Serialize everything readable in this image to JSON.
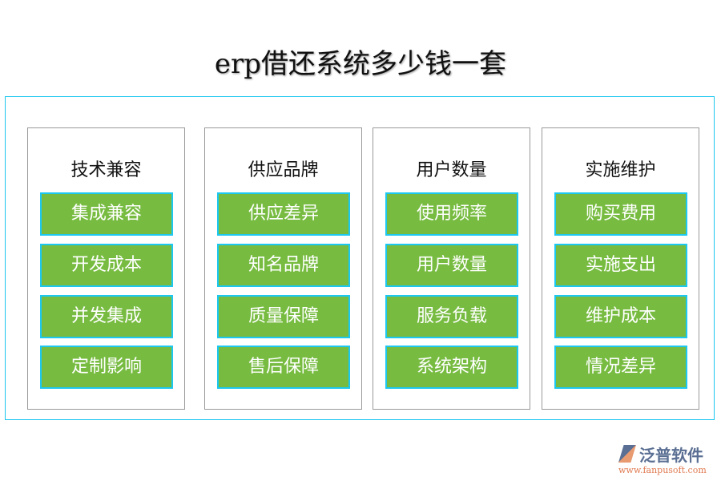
{
  "title": "erp借还系统多少钱一套",
  "columns": [
    {
      "heading": "技术兼容",
      "items": [
        "集成兼容",
        "开发成本",
        "并发集成",
        "定制影响"
      ]
    },
    {
      "heading": "供应品牌",
      "items": [
        "供应差异",
        "知名品牌",
        "质量保障",
        "售后保障"
      ]
    },
    {
      "heading": "用户数量",
      "items": [
        "使用频率",
        "用户数量",
        "服务负载",
        "系统架构"
      ]
    },
    {
      "heading": "实施维护",
      "items": [
        "购买费用",
        "实施支出",
        "维护成本",
        "情况差异"
      ]
    }
  ],
  "logo": {
    "name": "泛普软件",
    "url": "www.fanpusoft.com"
  },
  "colors": {
    "green": "#77bc41",
    "border": "#1cc7f0"
  }
}
